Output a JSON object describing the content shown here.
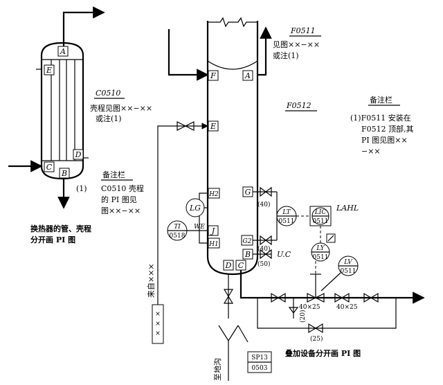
{
  "exchanger": {
    "nozzles": {
      "a": "A",
      "b": "B",
      "c": "C",
      "d": "D",
      "e": "E"
    },
    "tag_label": "C0510",
    "note_line1": "壳程见图××−××",
    "note_line2": "或注(1)",
    "remarks_title": "备注栏",
    "remark_num": "(1)",
    "remark_line1": "C0510 壳程",
    "remark_line2": "的 PI 图见",
    "remark_line3": "图××−××",
    "caption_line1": "换热器的管、壳程",
    "caption_line2": "分开画 PI 图"
  },
  "column": {
    "nozzles": {
      "f": "F",
      "a": "A",
      "e": "E",
      "h2": "H2",
      "j": "J",
      "h1": "H1",
      "g": "G",
      "g2": "G2",
      "b": "B",
      "c": "C",
      "d": "D"
    },
    "top_tag": "F0511",
    "top_note_line1": "见图××−××",
    "top_note_line2": "或注(1)",
    "mid_tag": "F0512",
    "remarks_title": "备注栏",
    "remark_line1": "(1)F0511 安装在",
    "remark_line2": "F0512 顶部,其",
    "remark_line3": "PI 图见图××",
    "remark_line4": "−××",
    "caption": "叠加设备分开画 PI 图"
  },
  "instruments": {
    "lg": "LG",
    "ti_tag": "TI",
    "ti_num": "0518",
    "we": "WE",
    "lt_tag": "LT",
    "lt_num": "0511",
    "lic_tag": "LIC",
    "lic_num": "0511",
    "lahl": "LAHL",
    "ly_tag": "LY",
    "ly_num": "0511",
    "lv_tag": "LV",
    "lv_num": "0511",
    "uc": "U.C",
    "sp_tag": "SP13",
    "sp_num": "0503"
  },
  "line_sizes": {
    "s40a": "(40)",
    "s40b": "(40)",
    "s50": "(50)",
    "s40x25a": "40×25",
    "s40x25b": "40×25",
    "s20": "(20)",
    "s25": "(25)"
  },
  "flows": {
    "from": "来自×××",
    "to_drain": "至地沟"
  }
}
